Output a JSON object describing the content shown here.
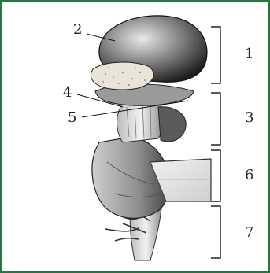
{
  "frame": {
    "border_color": "#1a7f3c"
  },
  "labels": {
    "l2": "2",
    "l4": "4",
    "l5": "5",
    "r1": "1",
    "r3": "3",
    "r6": "6",
    "r7": "7"
  }
}
